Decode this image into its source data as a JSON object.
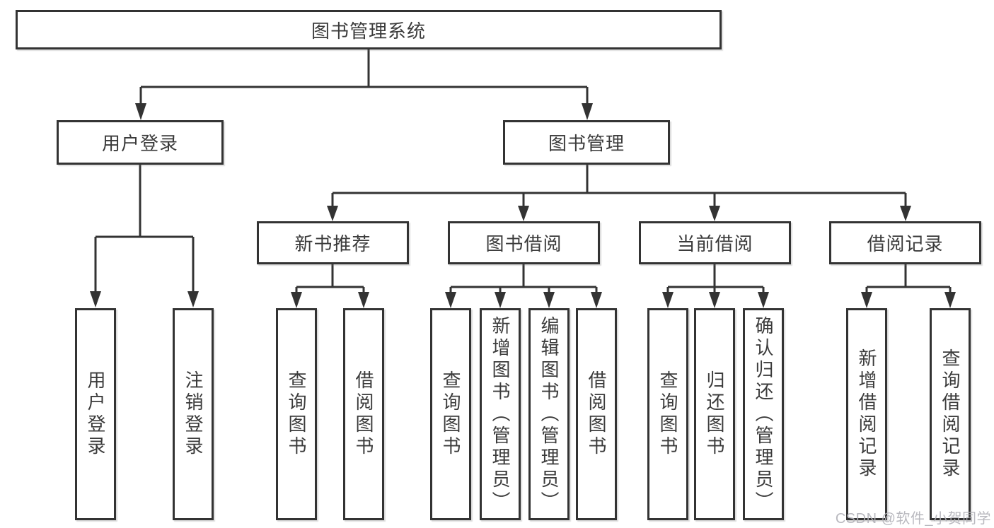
{
  "diagram_title": "图书管理系统",
  "nodes": {
    "root": "图书管理系统",
    "login": "用户登录",
    "mgmt": "图书管理",
    "login_children": [
      "用户登录",
      "注销登录"
    ],
    "mgmt_children": [
      "新书推荐",
      "图书借阅",
      "当前借阅",
      "借阅记录"
    ],
    "recommend_children": [
      "查询图书",
      "借阅图书"
    ],
    "borrow_children": [
      "查询图书",
      "新增图书（管理员）",
      "编辑图书（管理员）",
      "借阅图书"
    ],
    "current_children": [
      "查询图书",
      "归还图书",
      "确认归还（管理员）"
    ],
    "records_children": [
      "新增借阅记录",
      "查询借阅记录"
    ]
  },
  "watermark": "CSDN @软件_小贺同学",
  "colors": {
    "line": "#333333",
    "border": "#333333",
    "text": "#3b3b3b",
    "background": "#ffffff",
    "watermark": "#b2b2b9"
  }
}
